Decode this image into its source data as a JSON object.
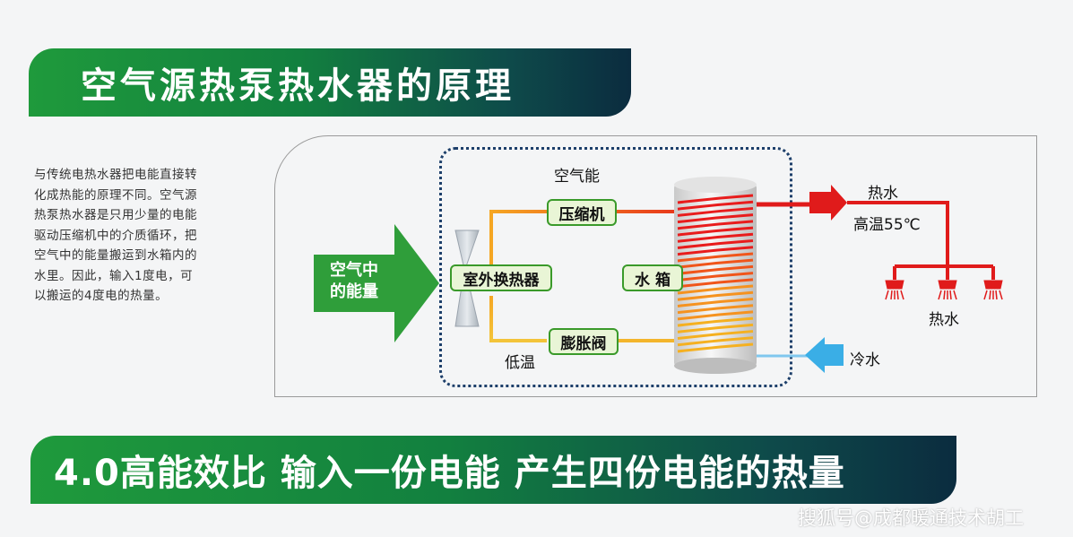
{
  "title": "空气源热泵热水器的原理",
  "description": [
    "与传统电热水器把电能直接转",
    "化成热能的原理不同。空气源",
    "热泵热水器是只用少量的电能",
    "驱动压缩机中的介质循环，把",
    "空气中的能量搬运到水箱内的",
    "水里。因此，输入1度电，可",
    "以搬运的4度电的热量。"
  ],
  "diagram": {
    "air_energy_label": "空气能",
    "air_in_arrow": [
      "空气中",
      "的能量"
    ],
    "outdoor_exchanger": "室外换热器",
    "compressor": "压缩机",
    "expansion_valve": "膨胀阀",
    "water_tank": "水 箱",
    "low_temp_label": "低温",
    "hot_water_out": "热水",
    "high_temp_label": "高温55℃",
    "hot_water_shower": "热水",
    "cold_water_in": "冷水"
  },
  "slogan": "4.0高能效比 输入一份电能 产生四份电能的热量",
  "watermark": "搜狐号@成都暖通技术胡工",
  "colors": {
    "green_banner": "#1f9a3c",
    "dark_banner": "#0b2c3f",
    "hot_pipe": "#e01b1b",
    "warm_pipe": "#f5a623",
    "cold_arrow": "#3aaee6"
  }
}
